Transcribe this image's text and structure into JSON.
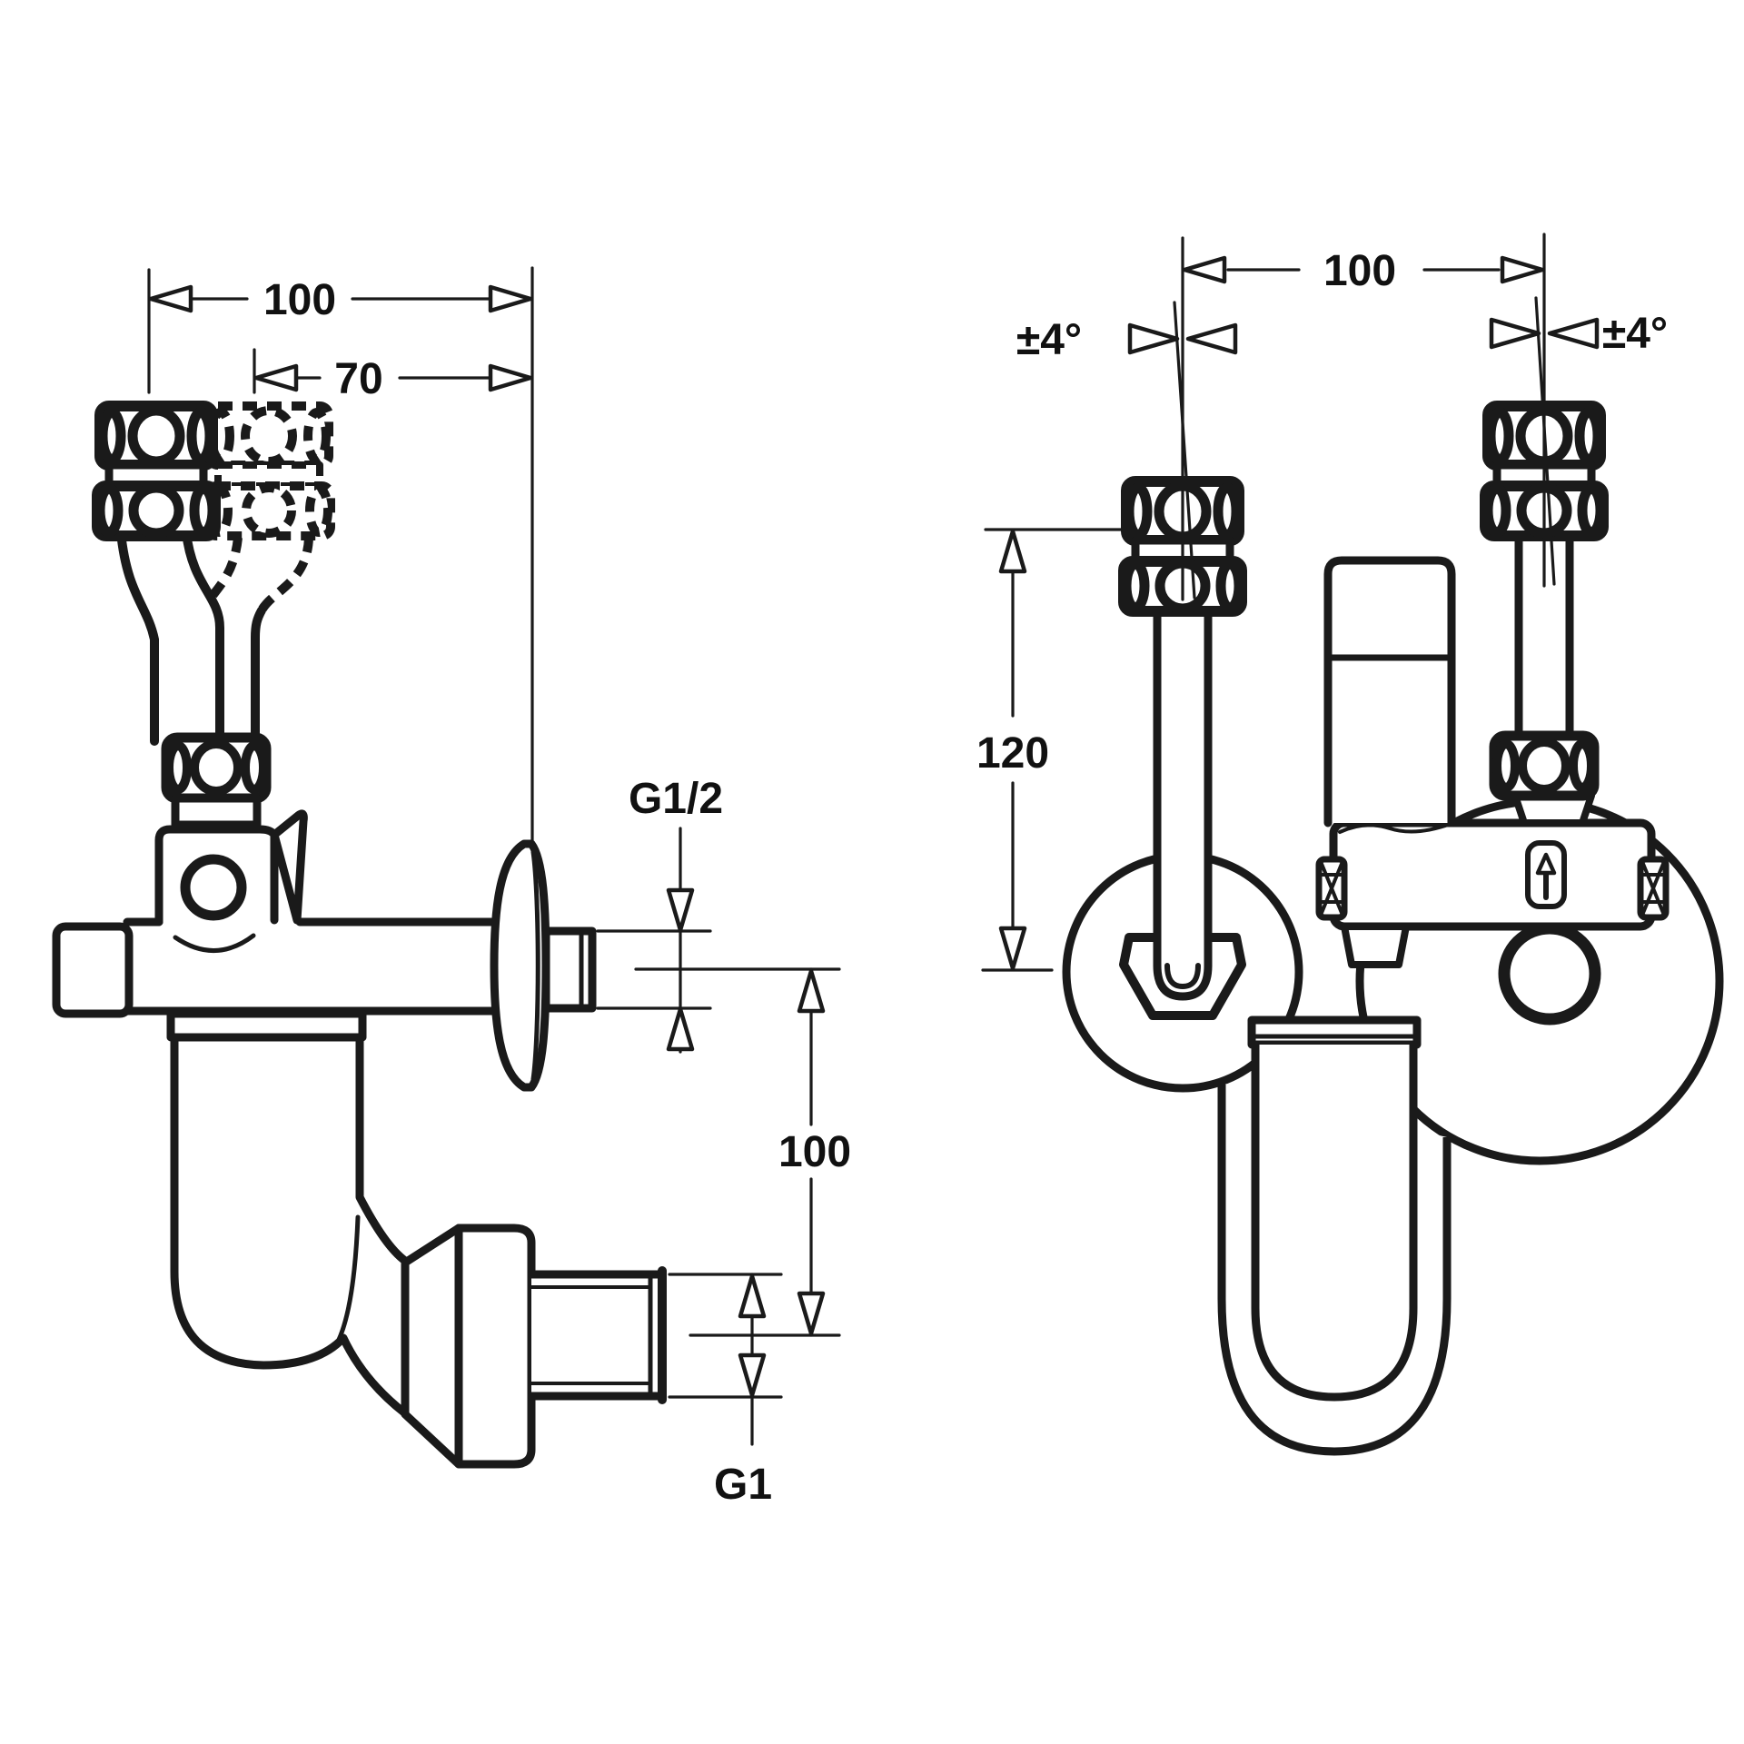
{
  "canvas": {
    "background": "#ffffff",
    "line_color": "#1a1a1a"
  },
  "views": {
    "side": {
      "title": "side-view-of-safety-valve-group",
      "dims": {
        "width_total": "100",
        "width_inner": "70",
        "thread_wall": "G1/2",
        "drop_outlet": "100",
        "thread_outlet": "G1"
      }
    },
    "front": {
      "title": "front-view-of-safety-valve-group",
      "dims": {
        "pipe_spacing": "100",
        "tilt_left": "±4°",
        "tilt_right": "±4°",
        "height_pipe": "120"
      }
    }
  },
  "icons": {
    "flow_direction": "up-arrow"
  }
}
